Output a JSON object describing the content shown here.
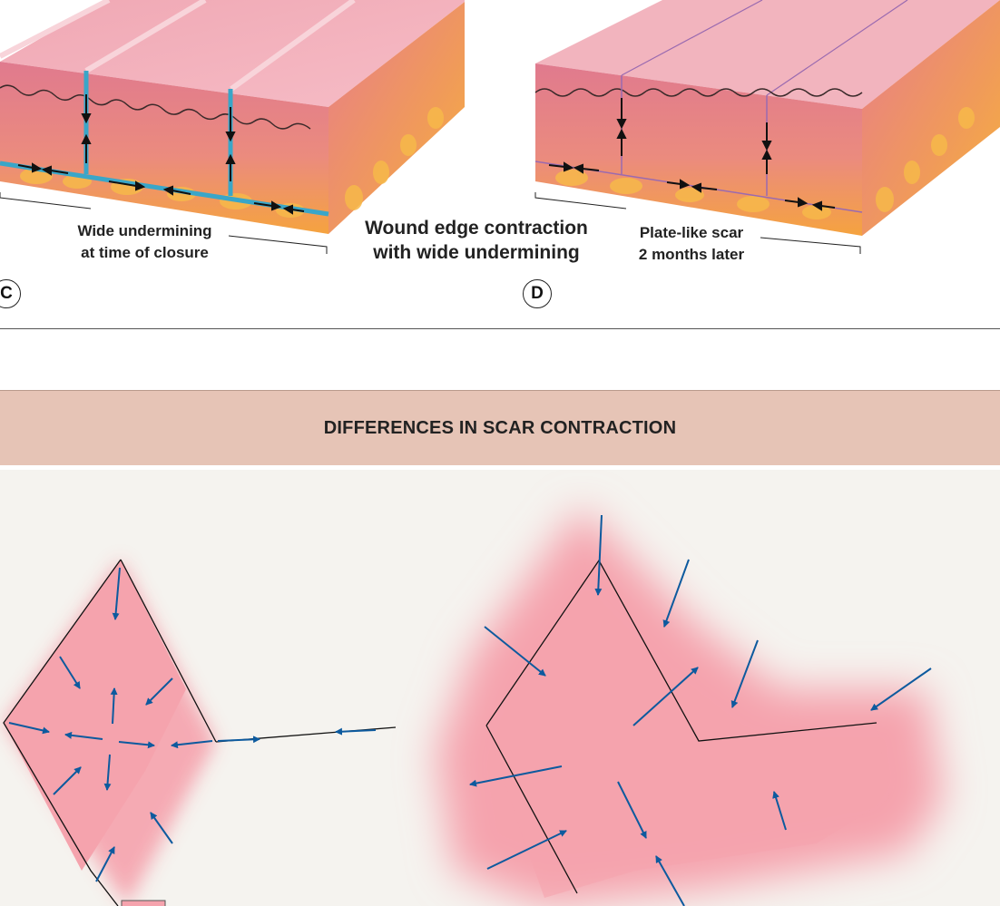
{
  "top": {
    "caption_c": [
      "Wide undermining",
      "at time of closure"
    ],
    "caption_center": [
      "Wound edge contraction",
      "with wide undermining"
    ],
    "caption_d": [
      "Plate-like scar",
      "2 months later"
    ],
    "label_c": "C",
    "label_d": "D"
  },
  "band": {
    "title": "DIFFERENCES IN SCAR CONTRACTION"
  },
  "colors": {
    "dermis_top": "#e88a98",
    "fat": "#f5a94a",
    "skin_surface": "#f3b2bd",
    "undermining_line": "#3aa6c8",
    "scar_pink": "#f5a3ad",
    "arrow_blue": "#0d5a9e",
    "band_bg": "#e6c4b6",
    "bottom_bg": "#f5f3ef"
  }
}
